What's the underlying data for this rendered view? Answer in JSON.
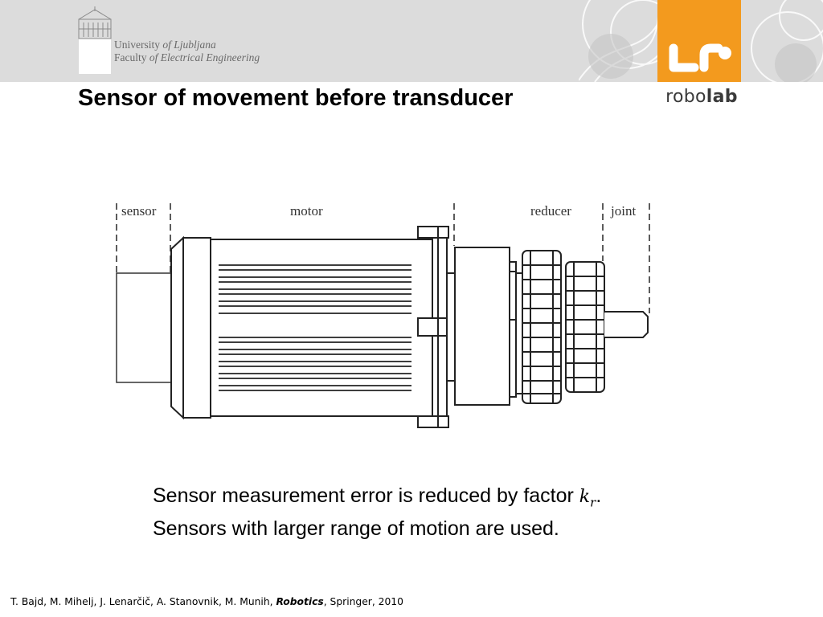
{
  "header": {
    "university_line1_a": "University ",
    "university_line1_b": "of Ljubljana",
    "university_line2_a": "Faculty ",
    "university_line2_b": "of Electrical Engineering",
    "lab_name_a": "robo",
    "lab_name_b": "lab",
    "badge_color": "#f39a1e"
  },
  "slide": {
    "title": "Sensor of movement before transducer"
  },
  "diagram": {
    "labels": {
      "sensor": "sensor",
      "motor": "motor",
      "reducer": "reducer",
      "joint": "joint"
    }
  },
  "body": {
    "line1_pre": "Sensor measurement error is reduced by factor ",
    "factor_base": "k",
    "factor_sub": "r",
    "line1_post": ".",
    "line2": "Sensors with larger range of motion are used."
  },
  "footer": {
    "authors": "T. Bajd, M. Mihelj, J. Lenarčič, A. Stanovnik, M. Munih, ",
    "book_title": "Robotics",
    "publisher": ", Springer, 2010"
  }
}
